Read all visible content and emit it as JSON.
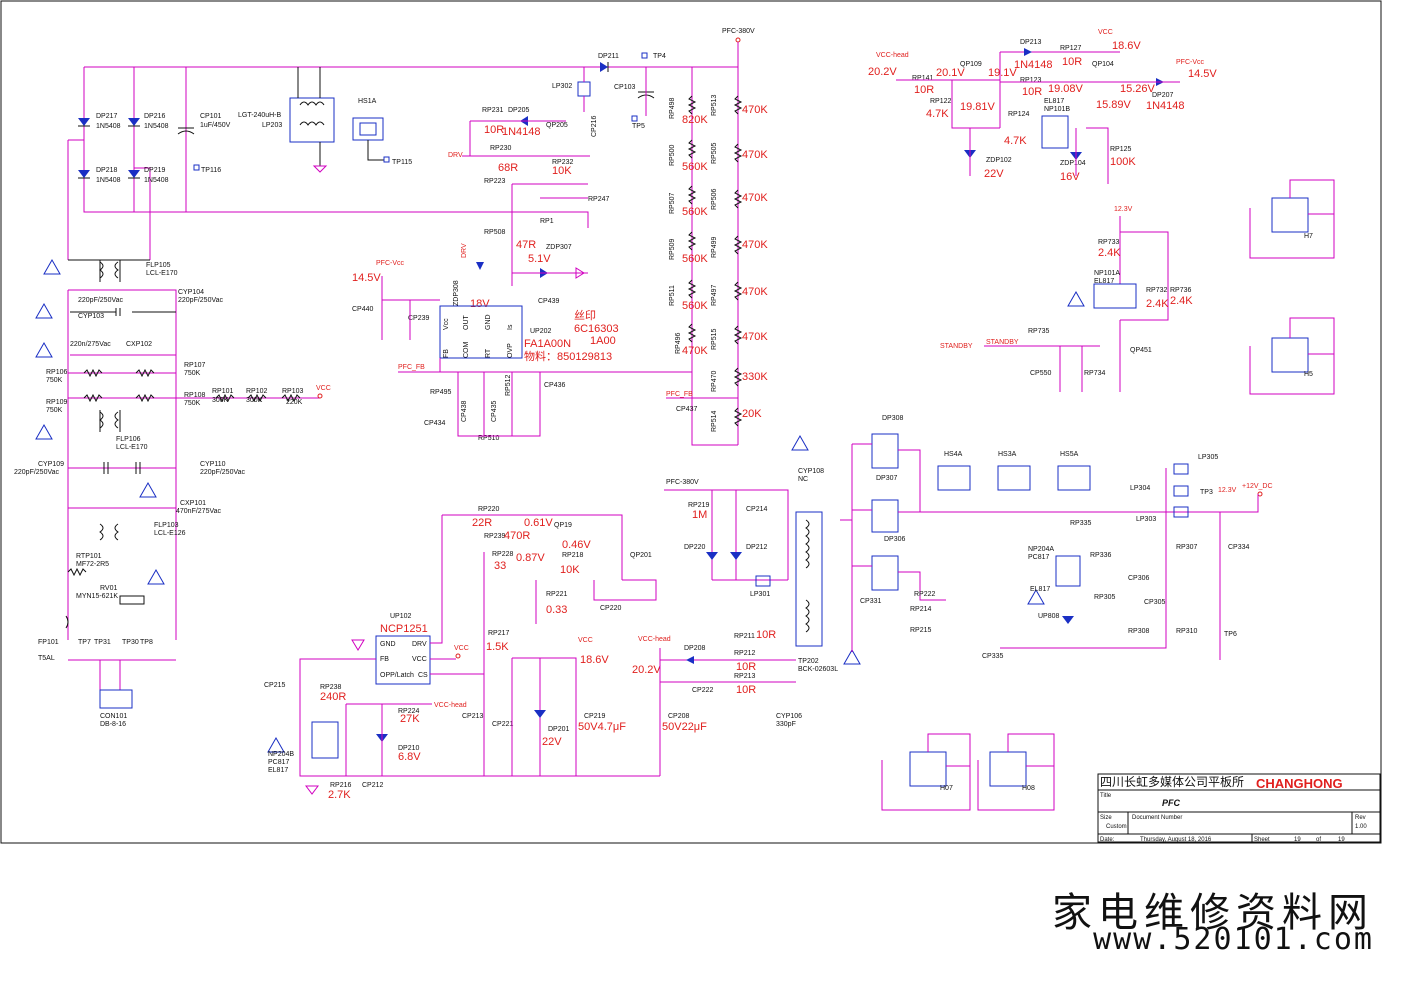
{
  "title_block": {
    "company": "四川长虹多媒体公司平板所",
    "brand": "CHANGHONG",
    "title_label": "Title",
    "title": "PFC",
    "size_label": "Size",
    "size": "Custom",
    "doc_label": "Document Number",
    "rev_label": "Rev",
    "rev": "1.00",
    "date_label": "Date:",
    "date": "Thursday, August 18, 2016",
    "sheet_label": "Sheet",
    "sheet": "19",
    "of_label": "of",
    "of": "19"
  },
  "watermark": {
    "line1": "家电维修资料网",
    "line2": "www.520101.com"
  },
  "nets": {
    "pfc_380v": "PFC-380V",
    "pfc_380v_2": "PFC-380V",
    "pfc_vcc": "PFC-Vcc",
    "pfc_vcc_2": "PFC-Vcc",
    "vcc_head": "VCC-head",
    "vcc_head_2": "VCC-head",
    "vcc_head_3": "VCC-head",
    "vcc": "VCC",
    "vcc_2": "VCC",
    "vcc_3": "VCC",
    "vcc_4": "VCC",
    "drv": "DRV",
    "drv_2": "DRV",
    "pfc_fb": "PFC_FB",
    "pfc_fb_2": "PFC_FB",
    "standby": "STANDBY",
    "standby_2": "STANDBY",
    "v12_3": "12.3V",
    "v12_3b": "12.3V",
    "v12_dc": "+12V_DC"
  },
  "labels": {
    "dp217": "DP217",
    "dp217_v": "1N5408",
    "dp216": "DP216",
    "dp216_v": "1N5408",
    "dp218": "DP218",
    "dp218_v": "1N5408",
    "dp219": "DP219",
    "dp219_v": "1N5408",
    "cp101": "CP101",
    "cp101_v": "1uF/450V",
    "tp116": "TP116",
    "lp203": "LGT-240uH-B",
    "lp203_n": "LP203",
    "hs1a": "HS1A",
    "tp115": "TP115",
    "dp211": "DP211",
    "tp4": "TP4",
    "lp302": "LP302",
    "cp103": "CP103",
    "tp5": "TP5",
    "rp231": "RP231",
    "rp231_v": "10R",
    "dp205": "DP205",
    "dp205_v": "1N4148",
    "qp205": "QP205",
    "rp230": "RP230",
    "rp230_v": "68R",
    "rp232": "RP232",
    "rp232_v": "10K",
    "cp216": "CP216",
    "rp223": "RP223",
    "rp247": "RP247",
    "rp1": "RP1",
    "rp508": "RP508",
    "rp508_v": "47R",
    "zdp307": "ZDP307",
    "zdp307_v": "5.1V",
    "cp439": "CP439",
    "zdp308": "ZDP308",
    "zdp308_v": "18V",
    "cp440": "CP440",
    "cp440_v": "14.5V",
    "cp239": "CP239",
    "up202": "UP202",
    "up202_v": "FA1A00N",
    "silk1": "丝印",
    "silk2": "6C16303",
    "silk3": "1A00",
    "material": "物料：850129813",
    "pin_vcc": "Vcc",
    "pin_out": "OUT",
    "pin_gnd": "GND",
    "pin_is": "Is",
    "pin_fb": "FB",
    "pin_com": "COM",
    "pin_rt": "RT",
    "pin_ovp": "OVP",
    "rp495": "RP495",
    "cp434": "CP434",
    "cp438": "CP438",
    "cp435": "CP435",
    "rp512": "RP512",
    "rp510": "RP510",
    "cp436": "CP436",
    "rp498": "RP498",
    "rp498_v": "820K",
    "rp500": "RP500",
    "rp500_v": "560K",
    "rp507": "RP507",
    "rp507_v": "560K",
    "rp509": "RP509",
    "rp509_v": "560K",
    "rp511": "RP511",
    "rp511_v": "560K",
    "rp496": "RP496",
    "rp496_v": "470K",
    "rp513": "RP513",
    "rp513_v": "470K",
    "rp505": "RP505",
    "rp505_v": "470K",
    "rp506": "RP506",
    "rp506_v": "470K",
    "rp499": "RP499",
    "rp499_v": "470K",
    "rp497": "RP497",
    "rp497_v": "470K",
    "rp515": "RP515",
    "rp515_v": "470K",
    "rp470": "RP470",
    "rp470_v": "330K",
    "rp514": "RP514",
    "rp514_v": "20K",
    "cp437": "CP437",
    "flp105": "FLP105",
    "flp105_v": "LCL-E170",
    "cyp103": "CYP103",
    "cyp104": "CYP104",
    "cyp104_v": "220pF/250Vac",
    "cyp103_v": "220pF/250Vac",
    "cxp102": "CXP102",
    "cxp102_v": "220n/275Vac",
    "rp106": "RP106",
    "rp106_v": "750K",
    "rp107": "RP107",
    "rp107_v": "750K",
    "rp109": "RP109",
    "rp109_v": "750K",
    "rp108": "RP108",
    "rp108_v": "750K",
    "rp101": "RP101",
    "rp101_v": "300K",
    "rp102": "RP102",
    "rp102_v": "300K",
    "rp103": "RP103",
    "rp103_v": "220K",
    "flp106": "FLP106",
    "flp106_v": "LCL-E170",
    "cyp109": "CYP109",
    "cyp109_v": "220pF/250Vac",
    "cyp110": "CYP110",
    "cyp110_v": "220pF/250Vac",
    "cxp101": "CXP101",
    "cxp101_v": "470nF/275Vac",
    "flp103": "FLP103",
    "flp103_v": "LCL-E126",
    "rtp101": "RTP101",
    "rtp101_v": "MF72-2R5",
    "rv01": "RV01",
    "rv01_v": "MYN15-621K",
    "fp101": "FP101",
    "fp101_v": "T5AL",
    "tp7": "TP7",
    "tp31": "TP31",
    "tp30": "TP30",
    "tp8": "TP8",
    "con101": "CON101",
    "con101_v": "DB-8-16",
    "rp220": "RP220",
    "rp220_v": "22R",
    "rp239": "RP239",
    "rp239_v": "470R",
    "qp19": "QP19",
    "qp19_v": "0.61V",
    "rp228": "RP228",
    "rp228_v": "33",
    "rp228_v2": "0.87V",
    "rp218": "RP218",
    "rp218_v": "10K",
    "qp201_v": "0.46V",
    "qp201": "QP201",
    "cp220": "CP220",
    "rp221": "RP221",
    "rp221_v": "0.33",
    "rp217": "RP217",
    "rp217_v": "1.5K",
    "up102": "UP102",
    "up102_v": "NCP1251",
    "u_gnd": "GND",
    "u_drv": "DRV",
    "u_fb": "FB",
    "u_vcc": "VCC",
    "u_opp": "OPP/Latch",
    "u_cs": "CS",
    "cp215": "CP215",
    "rp238": "RP238",
    "rp238_v": "240R",
    "rp224": "RP224",
    "rp224_v": "27K",
    "cp213": "CP213",
    "cp221": "CP221",
    "dp201": "DP201",
    "dp201_v": "22V",
    "cp219": "CP219",
    "cp219_v": "50V4.7μF",
    "cp219_top": "18.6V",
    "dp210": "DP210",
    "dp210_v": "6.8V",
    "np204b": "NP204B",
    "np204b_v": "PC817",
    "np204b_v2": "EL817",
    "rp216": "RP216",
    "rp216_v": "2.7K",
    "cp212": "CP212",
    "rp219": "RP219",
    "rp219_v": "1M",
    "cp214": "CP214",
    "dp220": "DP220",
    "dp212": "DP212",
    "lp301": "LP301",
    "cyp108": "CYP108",
    "cyp108_v": "NC",
    "tp202": "TP202",
    "tp202_v": "BCK-02603L",
    "dp208": "DP208",
    "rp211": "RP211",
    "rp211_v": "10R",
    "rp212": "RP212",
    "rp212_v": "10R",
    "rp213": "RP213",
    "rp213_v": "10R",
    "cp222": "CP222",
    "cp208": "CP208",
    "cp208_v": "50V22μF",
    "cp208_top": "20.2V",
    "cyp106": "CYP106",
    "cyp106_v": "330pF",
    "dp308": "DP308",
    "dp307": "DP307",
    "dp306": "DP306",
    "cp331": "CP331",
    "rp222": "RP222",
    "rp214": "RP214",
    "rp215": "RP215",
    "hs4a": "HS4A",
    "hs3a": "HS3A",
    "hs5a": "HS5A",
    "lp305": "LP305",
    "lp304": "LP304",
    "lp303": "LP303",
    "tp3": "TP3",
    "rp335": "RP335",
    "np204a": "NP204A",
    "np204a_v": "PC817",
    "np204a_v2": "EL817",
    "rp336": "RP336",
    "cp306": "CP306",
    "rp305": "RP305",
    "cp305": "CP305",
    "up808": "UP808",
    "rp308": "RP308",
    "rp307": "RP307",
    "rp310": "RP310",
    "cp334": "CP334",
    "tp6": "TP6",
    "cp335": "CP335",
    "qp109": "QP109",
    "qp109_v": "20.1V",
    "rp141": "RP141",
    "rp141_v": "10R",
    "rp122": "RP122",
    "rp122_v": "4.7K",
    "qp109_e": "19.81V",
    "zdp102": "ZDP102",
    "zdp102_v": "22V",
    "dp213": "DP213",
    "dp213_v": "1N4148",
    "dp213_l": "19.1V",
    "rp127": "RP127",
    "rp127_v": "10R",
    "vcc_v": "18.6V",
    "rp123": "RP123",
    "rp123_v": "10R",
    "qp104": "QP104",
    "qp104_v": "19.08V",
    "qp104_e": "15.26V",
    "dp207": "DP207",
    "dp207_v": "1N4148",
    "pfcvcc_v": "14.5V",
    "rp124": "RP124",
    "rp124_v": "4.7K",
    "el817": "EL817",
    "np101b": "NP101B",
    "qp104_b": "15.89V",
    "zdp104": "ZDP104",
    "zdp104_v": "16V",
    "rp125": "RP125",
    "rp125_v": "100K",
    "vcchead_v": "20.2V",
    "h7": "H7",
    "h5": "H5",
    "h07": "H07",
    "h08": "H08",
    "rp733": "RP733",
    "rp733_v": "2.4K",
    "np101a": "NP101A",
    "np101a_v": "EL817",
    "rp732": "RP732",
    "rp732_v": "2.4K",
    "rp736": "RP736",
    "rp736_v": "2.4K",
    "rp735": "RP735",
    "cp550": "CP550",
    "rp734": "RP734",
    "qp451": "QP451"
  }
}
